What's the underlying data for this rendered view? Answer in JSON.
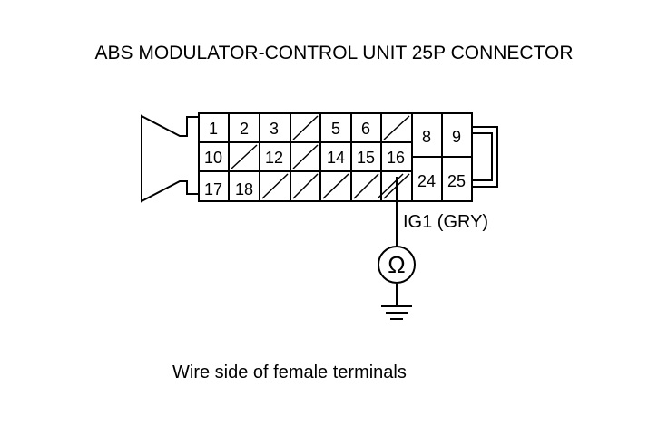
{
  "title": "ABS MODULATOR-CONTROL UNIT 25P CONNECTOR",
  "caption": "Wire side of female terminals",
  "connector": {
    "rows": [
      [
        "1",
        "2",
        "3",
        "",
        "5",
        "6",
        ""
      ],
      [
        "10",
        "",
        "12",
        "",
        "14",
        "15",
        "16"
      ],
      [
        "17",
        "18",
        "",
        "",
        "",
        "",
        ""
      ]
    ],
    "right_block": {
      "top": [
        "8",
        "9"
      ],
      "bottom": [
        "24",
        "25"
      ]
    }
  },
  "wire_label": "IG1 (GRY)",
  "meter_symbol": "Ω",
  "icons": {
    "meter": "ohmmeter-icon",
    "ground": "ground-icon"
  }
}
